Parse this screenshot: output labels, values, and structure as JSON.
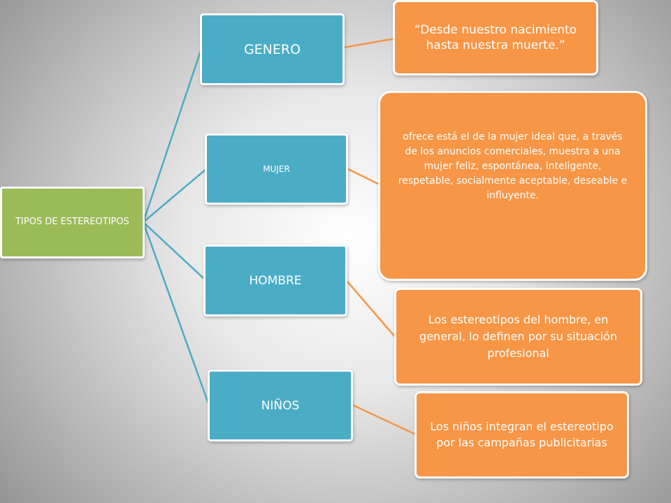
{
  "root": {
    "label": "TIPOS DE ESTEREOTIPOS"
  },
  "categories": {
    "genero": "GENERO",
    "mujer": "MUJER",
    "hombre": "HOMBRE",
    "ninos": "NIÑOS"
  },
  "descriptions": {
    "genero": "“Desde nuestro nacimiento hasta nuestra muerte.”",
    "mujer": "ofrece está el de la mujer ideal que, a través de los anuncios comerciales, muestra a una mujer feliz, espontánea, inteligente, respetable, socialmente aceptable, deseable e influyente.",
    "hombre": "Los estereotipos del hombre, en general, lo definen por su situación profesional",
    "ninos": "Los niños integran el estereotipo por las campañas publicitarias"
  },
  "colors": {
    "root": "#9bbb59",
    "category": "#4bacc6",
    "description": "#f79646",
    "connector_blue": "#4bacc6",
    "connector_orange": "#f79646"
  }
}
